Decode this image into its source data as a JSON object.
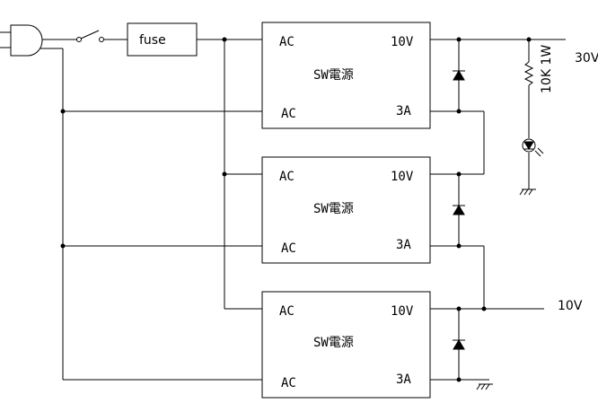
{
  "fuse": {
    "label": "fuse"
  },
  "psu_units": [
    {
      "ac_in_top": "AC",
      "ac_in_bottom": "AC",
      "name": "SW電源",
      "voltage": "10V",
      "current": "3A"
    },
    {
      "ac_in_top": "AC",
      "ac_in_bottom": "AC",
      "name": "SW電源",
      "voltage": "10V",
      "current": "3A"
    },
    {
      "ac_in_top": "AC",
      "ac_in_bottom": "AC",
      "name": "SW電源",
      "voltage": "10V",
      "current": "3A"
    }
  ],
  "outputs": {
    "high": "30V",
    "low": "10V"
  },
  "indicator": {
    "resistor_label": "10K 1W"
  }
}
